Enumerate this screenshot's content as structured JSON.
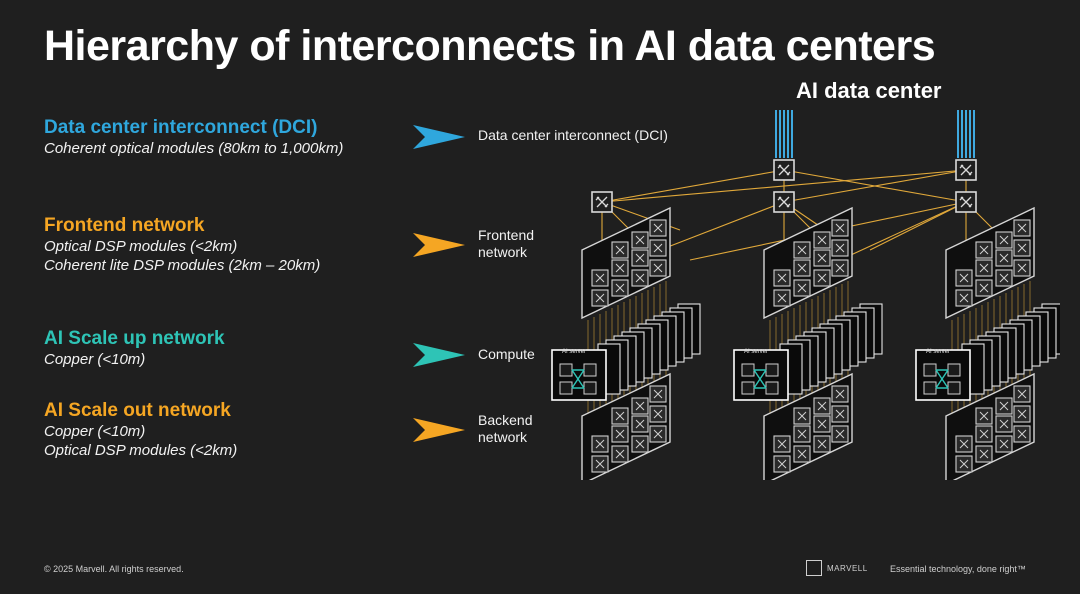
{
  "title": "Hierarchy of interconnects in AI data centers",
  "diagram_title": "AI data center",
  "categories": [
    {
      "name": "Data center interconnect (DCI)",
      "color": "#2fa7dd",
      "lines": [
        "Coherent optical modules (80km to 1,000km)"
      ]
    },
    {
      "name": "Frontend network",
      "color": "#f5a623",
      "lines": [
        "Optical DSP modules (<2km)",
        "Coherent lite DSP modules (2km – 20km)"
      ]
    },
    {
      "name": "AI Scale up network",
      "color": "#2ec4b6",
      "lines": [
        "Copper (<10m)"
      ]
    },
    {
      "name": "AI Scale out network",
      "color": "#f5a623",
      "lines": [
        "Copper (<10m)",
        "Optical DSP modules (<2km)"
      ]
    }
  ],
  "layers": [
    {
      "label": "Data center interconnect (DCI)",
      "arrow_color": "#2fa7dd"
    },
    {
      "label_line1": "Frontend",
      "label_line2": "network",
      "arrow_color": "#f5a623"
    },
    {
      "label": "Compute",
      "arrow_color": "#2ec4b6"
    },
    {
      "label_line1": "Backend",
      "label_line2": "network",
      "arrow_color": "#f5a623"
    }
  ],
  "server_label": "AI server",
  "footer": {
    "copyright": "© 2025 Marvell. All rights reserved.",
    "brand": "MARVELL",
    "tagline": "Essential technology, done right™"
  },
  "colors": {
    "link": "#e0a83a",
    "fiber": "#3fa9e0",
    "switch_border": "#cfcfcf"
  }
}
